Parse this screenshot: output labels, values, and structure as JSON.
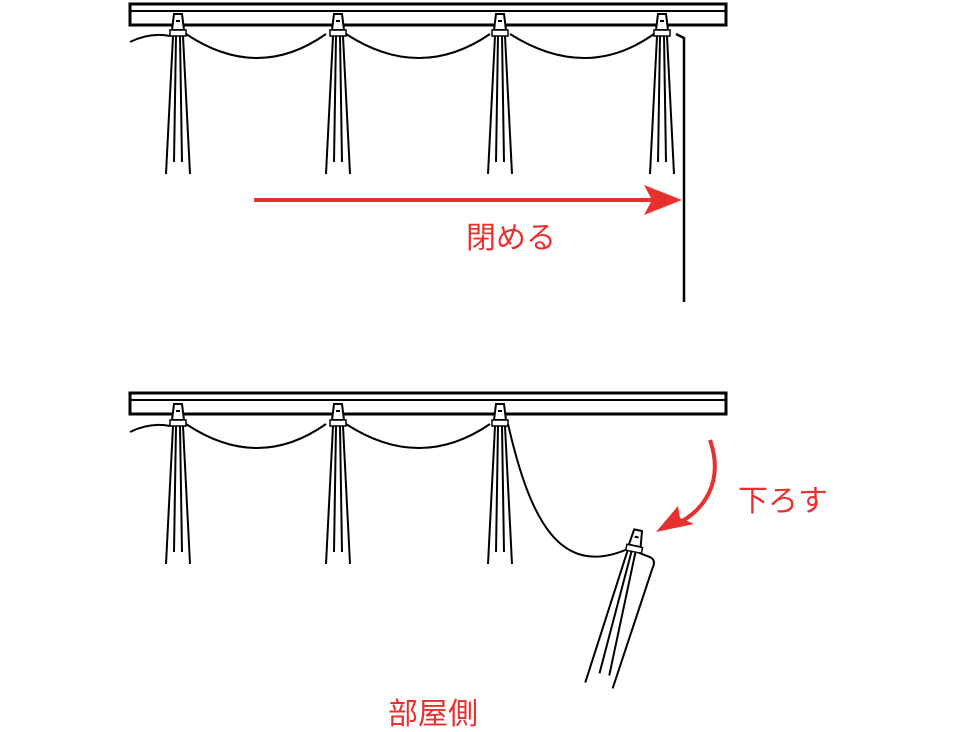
{
  "labels": {
    "close": "閉める",
    "lower": "下ろす",
    "room_side": "部屋側"
  },
  "colors": {
    "accent": "#e8302f",
    "line": "#000000",
    "background": "#ffffff"
  },
  "panels": [
    {
      "name": "closing",
      "hook_count": 4,
      "end_hook": "fixed"
    },
    {
      "name": "lowering",
      "hook_count": 4,
      "end_hook": "released"
    }
  ]
}
